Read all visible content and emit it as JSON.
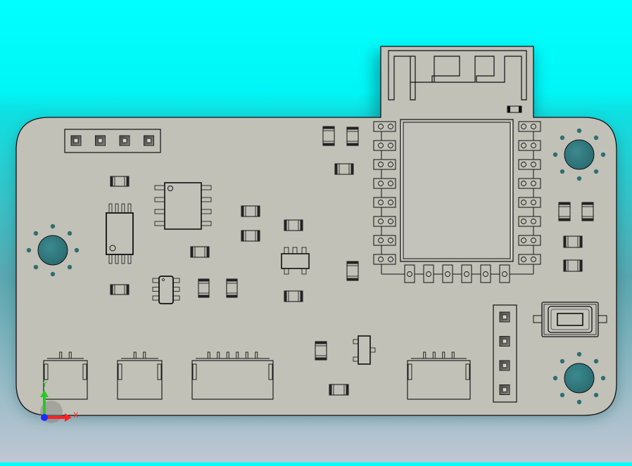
{
  "app": {
    "view": "3D PCB model viewport (top view)",
    "background": {
      "top": "#00ffff",
      "bottom": "#c0c6d3"
    }
  },
  "colors": {
    "board": "#c2c1b8",
    "outline": "#111111",
    "mounting_hole": "#2f7f85",
    "via": "#2e6f72",
    "pin_square": "#6e6e68",
    "axis_x": "#ff2020",
    "axis_y": "#22cc22",
    "axis_z": "#1a2cff"
  },
  "triad": {
    "x_label": "X",
    "y_label": "Y"
  },
  "components": {
    "header_top": {
      "pins": 4
    },
    "header_right": {
      "pins": 4
    },
    "wifi_module": {
      "left_pads": 8,
      "right_pads": 8,
      "bottom_pads": 6,
      "antenna": "meander"
    },
    "ic_soic8": {
      "pins": 8
    },
    "ic_tssop8": {
      "pins": 8
    },
    "ic_sot23_6": {
      "pins": 6
    },
    "ic_sot23_5": {
      "pins": 5
    },
    "transistor_sot23": {
      "pins": 3
    },
    "connectors": [
      {
        "id": "J1",
        "pins": 2
      },
      {
        "id": "J2",
        "pins": 2
      },
      {
        "id": "J3",
        "pins": 6
      },
      {
        "id": "J4",
        "pins": 4
      }
    ],
    "tactile_switch": {
      "type": "SMD push button"
    },
    "mounting_holes": 3
  }
}
